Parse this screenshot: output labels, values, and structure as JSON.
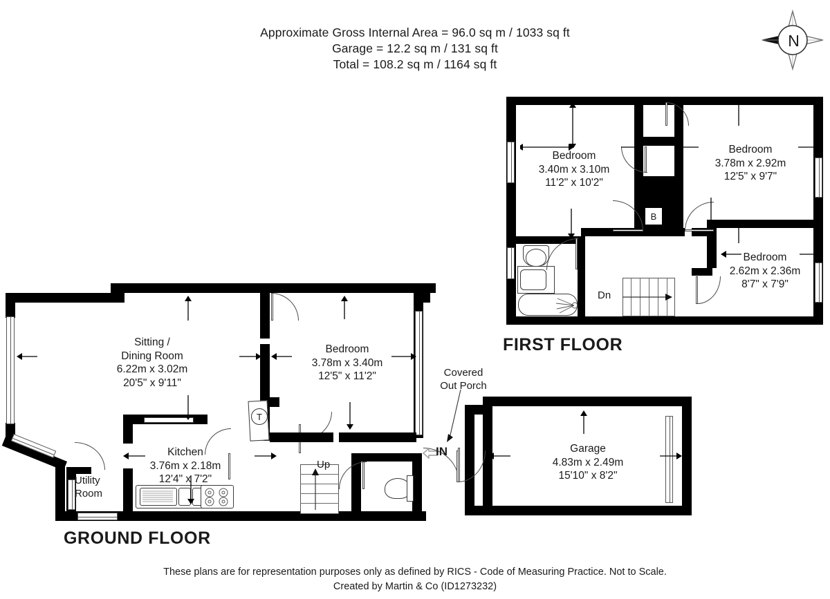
{
  "header": {
    "line1": "Approximate Gross Internal Area = 96.0 sq m / 1033 sq ft",
    "line2": "Garage = 12.2 sq m / 131 sq ft",
    "line3": "Total = 108.2 sq m / 1164 sq ft"
  },
  "compass": {
    "label": "N",
    "icon": "compass-rose-icon"
  },
  "floors": {
    "ground": {
      "title": "GROUND FLOOR"
    },
    "first": {
      "title": "FIRST FLOOR"
    }
  },
  "rooms": {
    "sitting_dining": {
      "name": "Sitting /",
      "name2": "Dining Room",
      "metric": "6.22m x 3.02m",
      "imperial": "20'5\" x 9'11\""
    },
    "ground_bedroom": {
      "name": "Bedroom",
      "metric": "3.78m x 3.40m",
      "imperial": "12'5\" x 11'2\""
    },
    "kitchen": {
      "name": "Kitchen",
      "metric": "3.76m x 2.18m",
      "imperial": "12'4\" x 7'2\""
    },
    "utility": {
      "name": "Utility",
      "name2": "Room"
    },
    "garage": {
      "name": "Garage",
      "metric": "4.83m x 2.49m",
      "imperial": "15'10\" x 8'2\""
    },
    "bedroom_front": {
      "name": "Bedroom",
      "metric": "3.40m x 3.10m",
      "imperial": "11'2\" x 10'2\""
    },
    "bedroom_rear": {
      "name": "Bedroom",
      "metric": "3.78m x 2.92m",
      "imperial": "12'5\" x 9'7\""
    },
    "bedroom_small": {
      "name": "Bedroom",
      "metric": "2.62m x 2.36m",
      "imperial": "8'7\" x 7'9\""
    }
  },
  "annotations": {
    "covered_porch_l1": "Covered",
    "covered_porch_l2": "Out Porch",
    "entry": "IN",
    "stairs_up": "Up",
    "stairs_down": "Dn",
    "thermostat": "T",
    "boiler": "B"
  },
  "footer": {
    "line1": "These plans are for representation purposes only as defined by RICS - Code of Measuring Practice. Not to Scale.",
    "line2": "Created by Martin & Co (ID1273232)"
  },
  "colors": {
    "wall": "#000000",
    "background": "#ffffff",
    "text": "#1a1a1a",
    "fixture_outline": "#3a3a3a"
  }
}
